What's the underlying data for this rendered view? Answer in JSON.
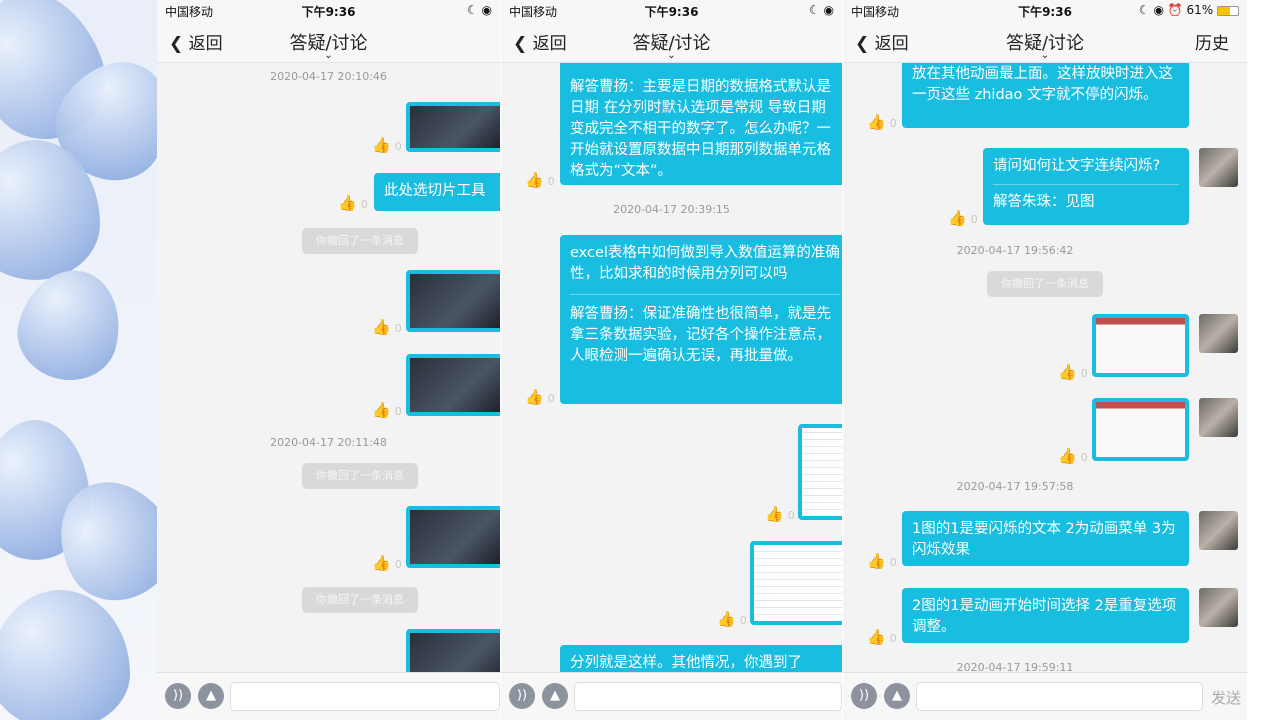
{
  "status": {
    "carrier": "中国移动",
    "time": "下午9:36",
    "battery": "61%"
  },
  "header": {
    "back": "返回",
    "title": "答疑/讨论",
    "history": "历史"
  },
  "like_count": "0",
  "recalled": "你撤回了一条消息",
  "send": "发送",
  "panel1": {
    "ts1": "2020-04-17 20:10:46",
    "msg1": "此处选切片工具",
    "ts2": "2020-04-17 20:11:48"
  },
  "panel2": {
    "msg1": "解答曹扬：主要是日期的数据格式默认是日期 在分列时默认选项是常规 导致日期变成完全不相干的数字了。怎么办呢？一开始就设置原数据中日期那列数据单元格格式为“文本”。",
    "ts1": "2020-04-17 20:39:15",
    "q2": "excel表格中如何做到导入数值运算的准确性，比如求和的时候用分列可以吗",
    "a2": "解答曹扬：保证准确性也很简单，就是先拿三条数据实验，记好各个操作注意点，人眼检测一遍确认无误，再批量做。",
    "msg3": "分列就是这样。其他情况，你遇到了"
  },
  "panel3": {
    "msg1": "放在其他动画最上面。这样放映时进入这一页这些 zhidao 文字就不停的闪烁。",
    "q2": "请问如何让文字连续闪烁?",
    "a2": "解答朱珠：见图",
    "ts1": "2020-04-17 19:56:42",
    "ts2": "2020-04-17 19:57:58",
    "msg3": "1图的1是要闪烁的文本 2为动画菜单 3为闪烁效果",
    "msg4": "2图的1是动画开始时间选择 2是重复选项调整。",
    "ts3": "2020-04-17 19:59:11"
  }
}
